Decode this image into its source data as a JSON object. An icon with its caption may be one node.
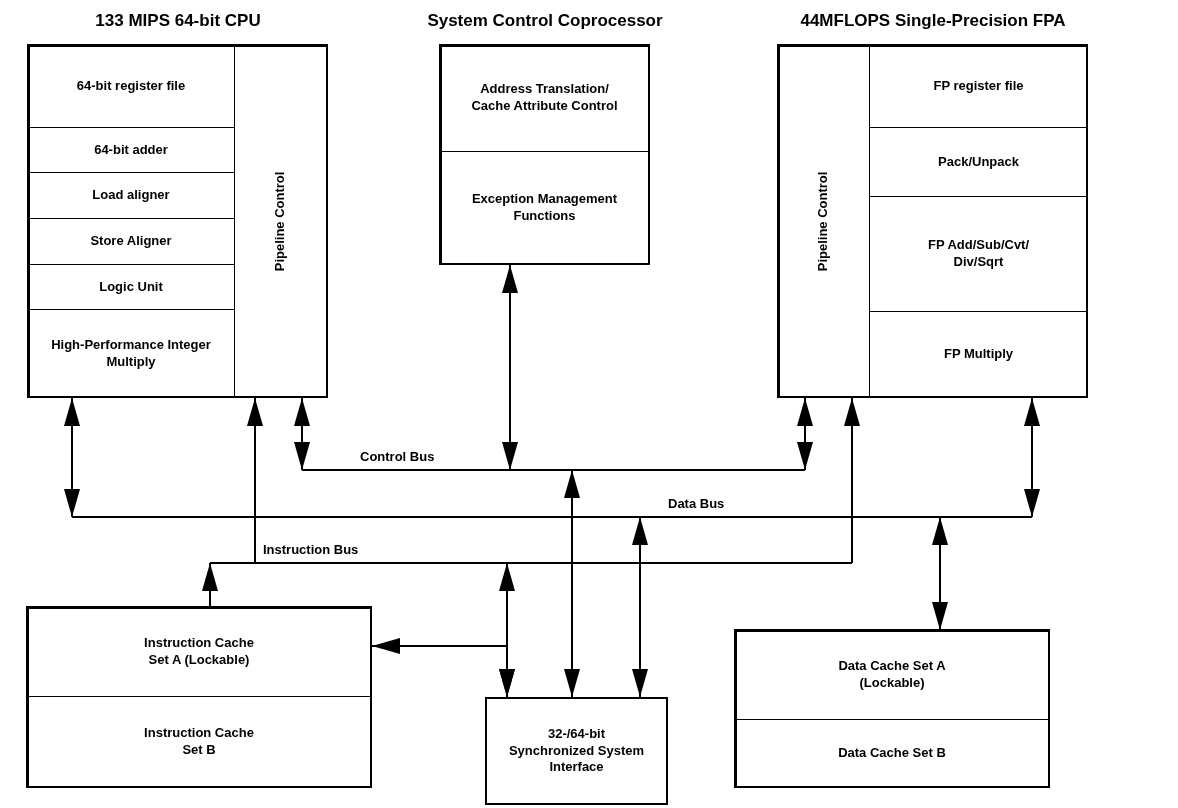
{
  "diagram": {
    "nodes": [
      {
        "text": [
          "133 MIPS 64-bit CPU"
        ]
      },
      {
        "text": [
          "64-bit register file"
        ],
        "in": 0
      },
      {
        "text": [
          "64-bit adder"
        ],
        "in": 0
      },
      {
        "text": [
          "Load aligner"
        ],
        "in": 0
      },
      {
        "text": [
          "Store Aligner"
        ],
        "in": 0
      },
      {
        "text": [
          "Logic Unit"
        ],
        "in": 0
      },
      {
        "text": [
          "High-Performance Integer Multiply"
        ],
        "in": 0
      },
      {
        "text": [
          "Pipeline Control"
        ],
        "in": 0
      },
      {
        "text": [
          "System Control Coprocessor"
        ]
      },
      {
        "text": [
          "Address Translation/ Cache Attribute Control"
        ],
        "in": 8
      },
      {
        "text": [
          "Exception Management Functions"
        ],
        "in": 8
      },
      {
        "text": [
          "44MFLOPS Single-Precision FPA"
        ]
      },
      {
        "text": [
          "Pipeline Control"
        ],
        "in": 11
      },
      {
        "text": [
          "FP register file"
        ],
        "in": 11
      },
      {
        "text": [
          "Pack/Unpack"
        ],
        "in": 11
      },
      {
        "text": [
          "FP Add/Sub/Cvt/ Div/Sqrt"
        ],
        "in": 11
      },
      {
        "text": [
          "FP Multiply"
        ],
        "in": 11
      },
      {
        "text": [
          "Control Bus"
        ]
      },
      {
        "text": [
          "Data Bus"
        ]
      },
      {
        "text": [
          "Instruction Bus"
        ]
      },
      {
        "text": [],
        "shape": "box"
      },
      {
        "text": [
          "Instruction Cache Set A (Lockable)"
        ],
        "in": 20
      },
      {
        "text": [
          "Instruction Cache Set B"
        ],
        "in": 20
      },
      {
        "text": [
          "32-/64-bit Synchronized System Interface"
        ]
      },
      {
        "text": [],
        "shape": "box"
      },
      {
        "text": [
          "Data Cache Set A (Lockable)"
        ],
        "in": 24
      },
      {
        "text": [
          "Data Cache Set B"
        ],
        "in": 24
      }
    ],
    "edges": [
      {
        "from": 6,
        "to": 18,
        "arrow": "both"
      },
      {
        "from": 19,
        "to": 7,
        "arrow": "to"
      },
      {
        "from": 7,
        "to": 17,
        "arrow": "both"
      },
      {
        "from": 10,
        "to": 17,
        "arrow": "both"
      },
      {
        "from": 12,
        "to": 17,
        "arrow": "both"
      },
      {
        "from": 19,
        "to": 12,
        "arrow": "to"
      },
      {
        "from": 16,
        "to": 18,
        "arrow": "both"
      },
      {
        "from": 18,
        "to": 24,
        "arrow": "both"
      },
      {
        "from": 20,
        "to": 19,
        "arrow": "to"
      },
      {
        "from": 20,
        "to": 23,
        "arrow": "both"
      },
      {
        "from": 19,
        "to": 23,
        "arrow": "both"
      },
      {
        "from": 17,
        "to": 23,
        "arrow": "both"
      },
      {
        "from": 18,
        "to": 23,
        "arrow": "both"
      }
    ]
  }
}
